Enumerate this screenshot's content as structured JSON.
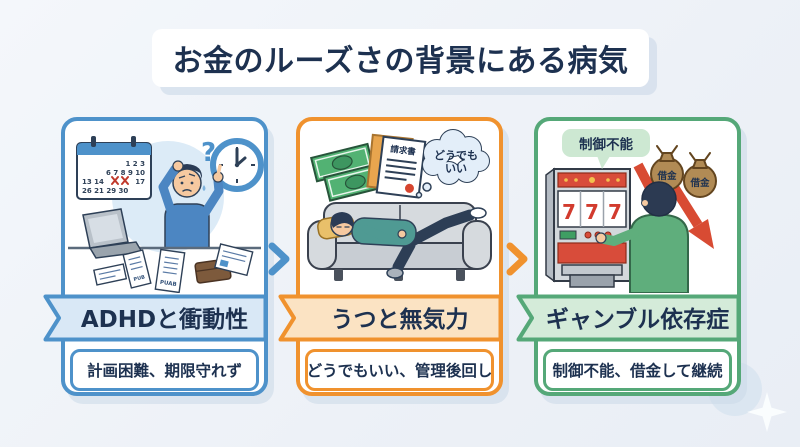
{
  "title": {
    "text": "お金のルーズさの背景にある病気"
  },
  "text_color": "#1d3150",
  "panels": [
    {
      "label": "ADHDと衝動性",
      "caption": "計画困難、期限守れず",
      "accent": "#4e92ca",
      "tint": "#d9e8f6",
      "illustration": {
        "name": "stressed-person-calendar-clock",
        "question_mark": "?",
        "calendar": {
          "r1": "1 2 3",
          "r2": "6 7 8 9 10",
          "r3a": "13 14",
          "r3b": "17",
          "r4": "26 21 29 30"
        },
        "receipt_small": "PUB",
        "receipt_large": "PUAB"
      }
    },
    {
      "label": "うつと無気力",
      "caption": "どうでもいい、管理後回し",
      "accent": "#f0922e",
      "tint": "#fbe3c3",
      "illustration": {
        "name": "person-lying-on-couch",
        "invoice_title": "請求書",
        "thought_line1": "どうでも",
        "thought_line2": "いい"
      }
    },
    {
      "label": "ギャンブル依存症",
      "caption": "制御不能、借金して継続",
      "accent": "#55a878",
      "tint": "#d4ebd9",
      "illustration": {
        "name": "slot-machine-gambler",
        "bubble": "制御不能",
        "slot_digit": "7",
        "bag_label": "借金"
      }
    }
  ],
  "connectors": [
    {
      "color": "#4e92ca"
    },
    {
      "color": "#f0922e"
    }
  ]
}
